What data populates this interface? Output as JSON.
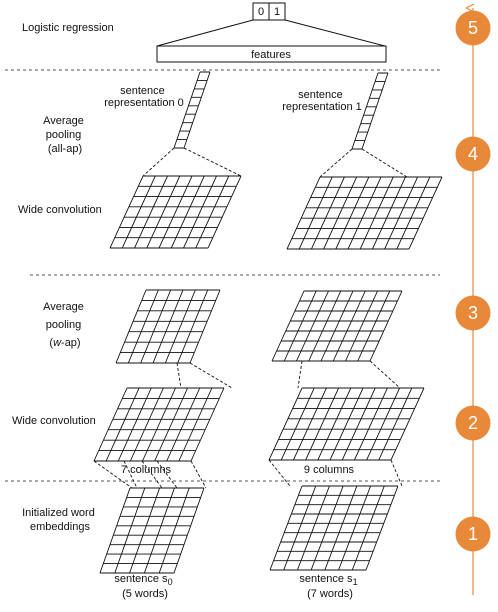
{
  "section_labels": {
    "logistic_regression": "Logistic regression",
    "average_pooling_all_ap": [
      "Average",
      "pooling",
      "(all-ap)"
    ],
    "wide_convolution_top": "Wide convolution",
    "average_pooling_w_ap": {
      "line1": "Average",
      "line2": "pooling",
      "line3_pre": "(",
      "line3_italic": "w",
      "line3_post": "-ap)"
    },
    "wide_convolution_bottom": "Wide convolution",
    "initialized_word_embeddings": [
      "Initialized word",
      "embeddings"
    ]
  },
  "output_box": {
    "cells": [
      "0",
      "1"
    ]
  },
  "features_label": "features",
  "sentence_representations": [
    {
      "line1": "sentence",
      "line2": "representation 0"
    },
    {
      "line1": "sentence",
      "line2": "representation 1"
    }
  ],
  "column_labels": [
    "7 columns",
    "9 columns"
  ],
  "sentences": [
    {
      "name": "sentence s",
      "subscript": "0",
      "words": "(5 words)"
    },
    {
      "name": "sentence s",
      "subscript": "1",
      "words": "(7 words)"
    }
  ],
  "stages": [
    "1",
    "2",
    "3",
    "4",
    "5"
  ],
  "colors": {
    "stage_fill": "#e8893a",
    "stage_arrow": "#e8893a",
    "ink": "#111111",
    "separator": "#555555"
  }
}
